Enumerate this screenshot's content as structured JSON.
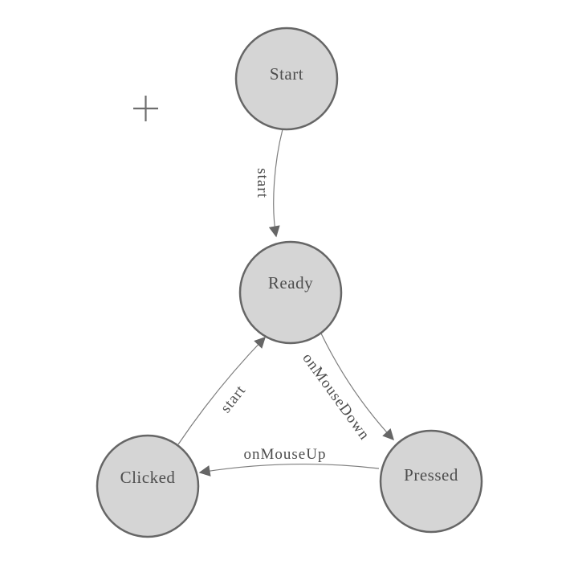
{
  "diagram": {
    "kind": "finite-state-machine",
    "nodes": [
      {
        "id": "start",
        "label": "Start"
      },
      {
        "id": "ready",
        "label": "Ready"
      },
      {
        "id": "clicked",
        "label": "Clicked"
      },
      {
        "id": "pressed",
        "label": "Pressed"
      }
    ],
    "edges": [
      {
        "from": "start",
        "to": "ready",
        "label": "start"
      },
      {
        "from": "ready",
        "to": "pressed",
        "label": "onMouseDown"
      },
      {
        "from": "pressed",
        "to": "clicked",
        "label": "onMouseUp"
      },
      {
        "from": "clicked",
        "to": "ready",
        "label": "start"
      }
    ],
    "icons": [
      {
        "name": "plus-icon"
      }
    ],
    "colors": {
      "background": "#ffffff",
      "node_fill": "#d5d5d5",
      "node_stroke": "#666666",
      "label_text": "#4d4d4d",
      "edge_line": "#7d7d7d",
      "arrowhead": "#666666",
      "plus_icon": "#6e6e6e"
    }
  }
}
